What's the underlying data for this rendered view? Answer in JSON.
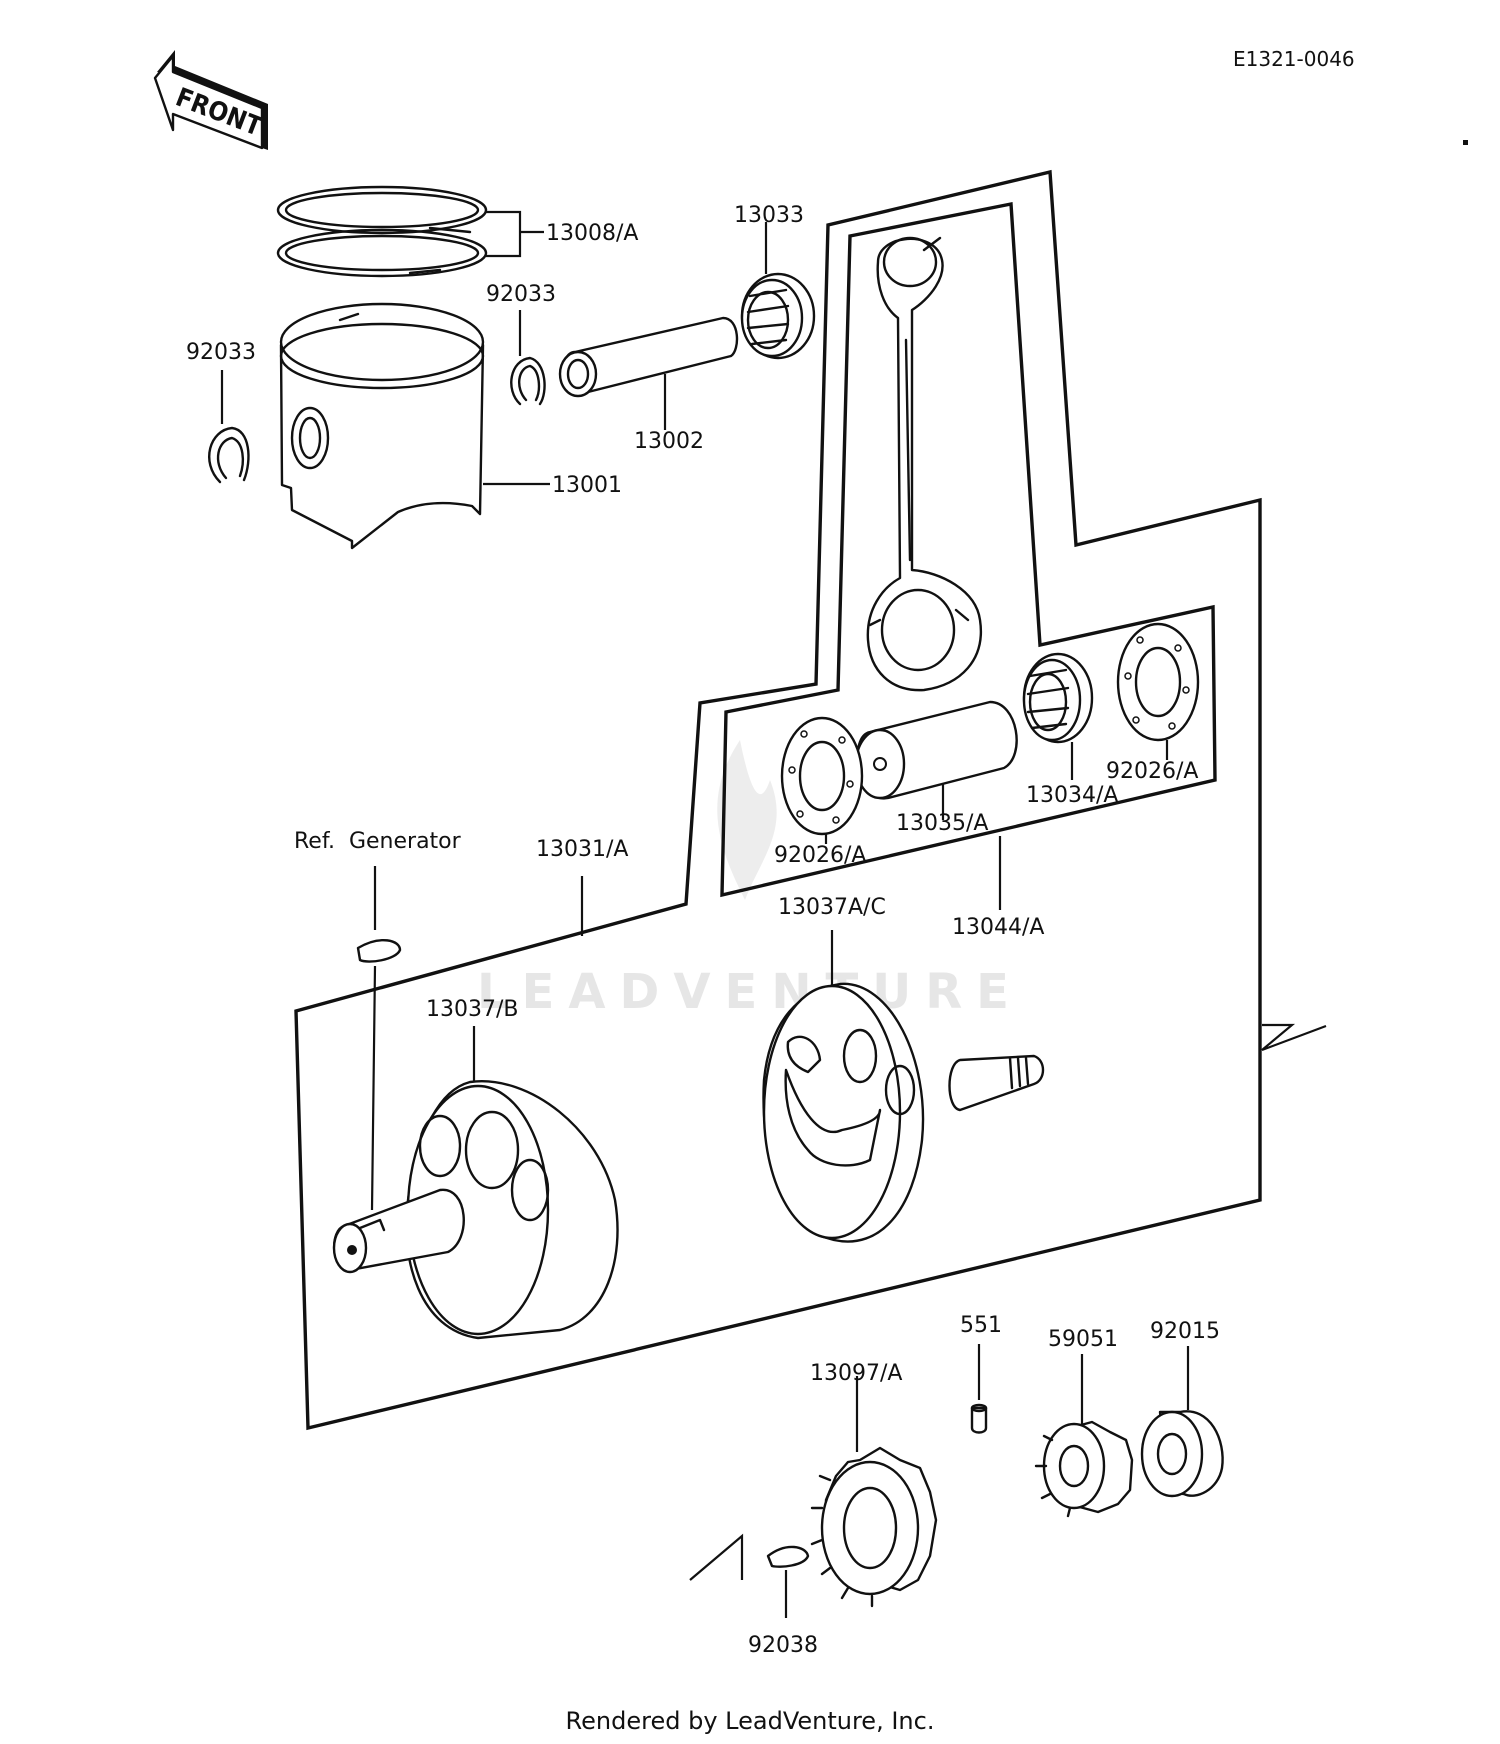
{
  "doc_id": "E1321-0046",
  "front_label": "FRONT",
  "watermark": "LEADVENTURE",
  "footer": "Rendered by LeadVenture, Inc.",
  "labels": {
    "rings": "13008/A",
    "piston": "13001",
    "clip_left": "92033",
    "clip_right": "92033",
    "piston_pin": "13002",
    "small_end_bearing": "13033",
    "big_end_bearing": "13034/A",
    "washer_right": "92026/A",
    "washer_left": "92026/A",
    "crankpin": "13035/A",
    "conrod_assy": "13044/A",
    "crankshaft_assy": "13031/A",
    "ref_generator": "Ref.  Generator",
    "flywheel_left": "13037/B",
    "flywheel_right": "13037A/C",
    "primary_gear": "13097/A",
    "pin": "551",
    "idler_gear": "59051",
    "bushing": "92015",
    "key": "92038"
  },
  "colors": {
    "line": "#111111",
    "watermark": "#e6e6e6"
  }
}
